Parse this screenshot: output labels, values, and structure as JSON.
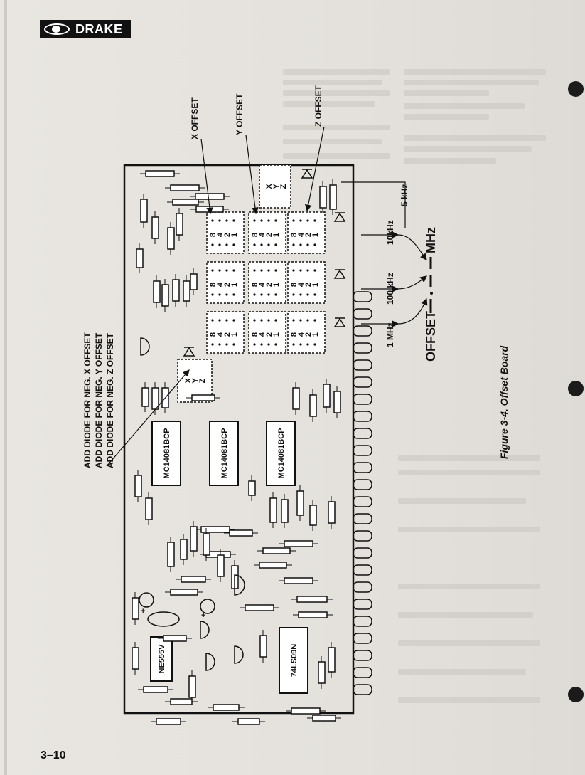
{
  "header": {
    "logo_text": "DRAKE"
  },
  "figure": {
    "caption": "Figure 3-4.  Offset Board",
    "note_lines": [
      "ADD DIODE FOR NEG. X OFFSET",
      "ADD DIODE FOR NEG. Y OFFSET",
      "ADD DIODE FOR NEG. Z OFFSET"
    ],
    "offset_labels": {
      "x": "X OFFSET",
      "y": "Y OFFSET",
      "z": "Z OFFSET"
    },
    "frequency_labels": {
      "f5khz": "5 kHz",
      "f10khz": "10kHz",
      "f100khz": "100 kHz",
      "f1mhz": "1 MHz"
    },
    "offset_readout": {
      "prefix": "OFFSET",
      "suffix": "MHz"
    },
    "chips": {
      "mc1": "MC14081BCP",
      "mc2": "MC14081BCP",
      "mc3": "MC14081BCP",
      "timer": "NE555V",
      "nand": "74LS09N"
    },
    "switch_digits": [
      "8",
      "4",
      "2",
      "1"
    ],
    "xyz_letters": [
      "X",
      "Y",
      "Z"
    ]
  },
  "footer": {
    "page_number": "3–10"
  },
  "colors": {
    "ink": "#111111",
    "paper": "#e6e3de",
    "bleed": "#c8c4bd"
  }
}
